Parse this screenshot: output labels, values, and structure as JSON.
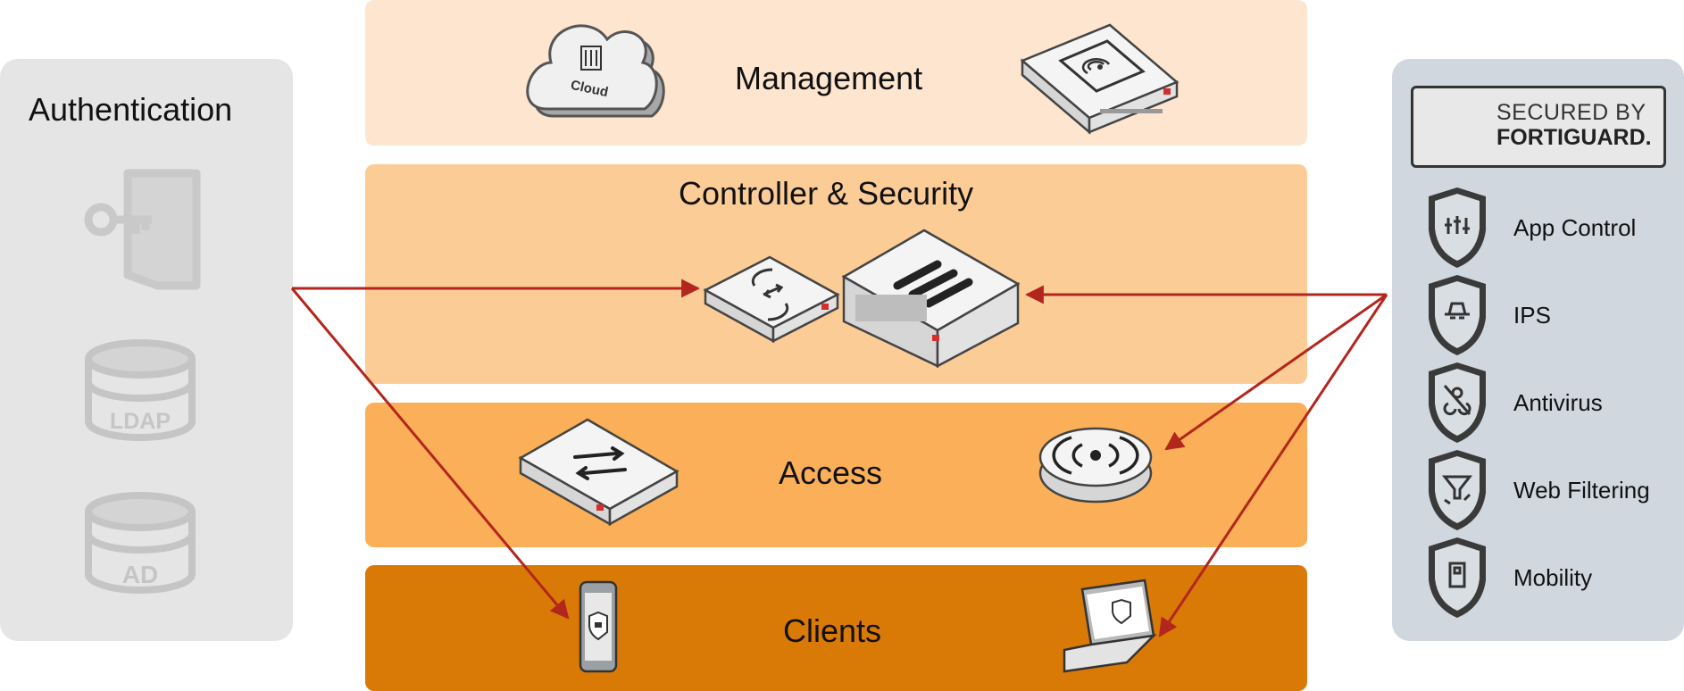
{
  "authentication": {
    "title": "Authentication",
    "items": [
      {
        "icon": "key-door-icon",
        "label": ""
      },
      {
        "icon": "ldap-database-icon",
        "label": "LDAP"
      },
      {
        "icon": "ad-database-icon",
        "label": "AD"
      }
    ]
  },
  "layers": {
    "management": {
      "label": "Management",
      "cloud_label": "Cloud"
    },
    "controller": {
      "label": "Controller & Security"
    },
    "access": {
      "label": "Access"
    },
    "clients": {
      "label": "Clients"
    }
  },
  "fortiguard": {
    "line1": "SECURED BY",
    "line2": "FORTIGUARD.",
    "services": [
      {
        "label": "App Control",
        "icon": "app-control-shield-icon"
      },
      {
        "label": "IPS",
        "icon": "ips-shield-icon"
      },
      {
        "label": "Antivirus",
        "icon": "antivirus-shield-icon"
      },
      {
        "label": "Web Filtering",
        "icon": "web-filtering-shield-icon"
      },
      {
        "label": "Mobility",
        "icon": "mobility-shield-icon"
      }
    ]
  },
  "colors": {
    "arrow": "#b3261e",
    "management_band": "#fde5cf",
    "controller_band": "#fccc97",
    "access_band": "#fbaf58",
    "clients_band": "#d97a06",
    "auth_panel": "#e5e5e5",
    "fortiguard_panel": "#d0d7df"
  }
}
